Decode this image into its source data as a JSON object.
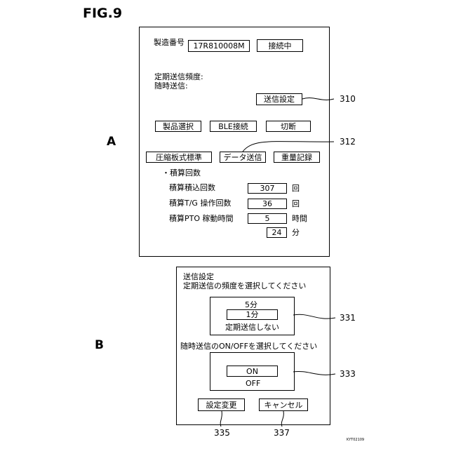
{
  "figure_title": "FIG.9",
  "panel_a": {
    "label": "A",
    "serial_label": "製造番号",
    "serial_value": "17R810008M",
    "connection_status": "接続中",
    "periodic_freq_label": "定期送信頻度:",
    "adhoc_label": "随時送信:",
    "send_settings_button": "送信設定",
    "buttons_row1": [
      "製品選択",
      "BLE接続",
      "切断"
    ],
    "buttons_row2": [
      "圧縮板式標準",
      "データ送信",
      "重量記録"
    ],
    "section_title": "・積算回数",
    "rows": [
      {
        "label": "積算積込回数",
        "value": "307",
        "unit": "回"
      },
      {
        "label": "積算T/G 操作回数",
        "value": "36",
        "unit": "回"
      },
      {
        "label": "積算PTO 稼動時間",
        "value": "5",
        "unit": "時間"
      }
    ],
    "minutes_value": "24",
    "minutes_unit": "分"
  },
  "panel_b": {
    "label": "B",
    "title": "送信設定",
    "periodic_prompt": "定期送信の頻度を選択してください",
    "periodic_options": [
      "5分",
      "1分",
      "定期送信しない"
    ],
    "adhoc_prompt": "随時送信のON/OFFを選択してください",
    "adhoc_options": [
      "ON",
      "OFF"
    ],
    "confirm_button": "設定変更",
    "cancel_button": "キャンセル"
  },
  "reference_numerals": {
    "send_settings": "310",
    "data_send": "312",
    "frequency_list": "331",
    "onoff_list": "333",
    "confirm": "335",
    "cancel": "337"
  },
  "footer_code": "KYT02109"
}
